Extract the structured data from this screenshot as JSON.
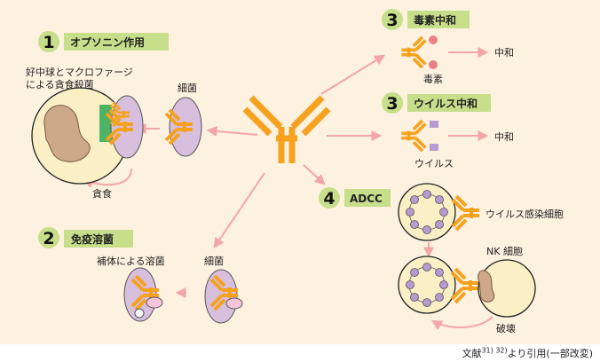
{
  "sections": {
    "opsonin": {
      "num": "1",
      "title": "オプソニン作用"
    },
    "complement": {
      "num": "2",
      "title": "免疫溶菌"
    },
    "toxin": {
      "num": "3",
      "title": "毒素中和"
    },
    "virus": {
      "num": "3",
      "title": "ウイルス中和"
    },
    "adcc": {
      "num": "4",
      "title": "ADCC"
    }
  },
  "labels": {
    "phagocyte_line1": "好中球とマクロファージ",
    "phagocyte_line2": "による貪食殺菌",
    "bacteria_opsonin": "細菌",
    "phagocytosis": "貪食",
    "lysis_by_complement": "補体による溶菌",
    "bacteria_complement": "細菌",
    "toxin": "毒素",
    "neutralize_toxin": "中和",
    "virus": "ウイルス",
    "neutralize_virus": "中和",
    "infected_cell": "ウイルス感染細胞",
    "nk_cell": "NK 細胞",
    "destruction": "破壊"
  },
  "source": {
    "prefix": "文献",
    "refs": "31) 32)",
    "suffix": "より引用(一部改変)"
  },
  "colors": {
    "background": "#fdf1e0",
    "antibody": "#f6a21f",
    "badge": "#c7df8b",
    "arrow": "#f2a6a6",
    "bacteria": "#d8bfdd",
    "toxin": "#ec7f86",
    "virus": "#b89ad0",
    "cell_fill": "#fbefc6",
    "nucleus": "#cda98a",
    "green": "#4db465"
  }
}
